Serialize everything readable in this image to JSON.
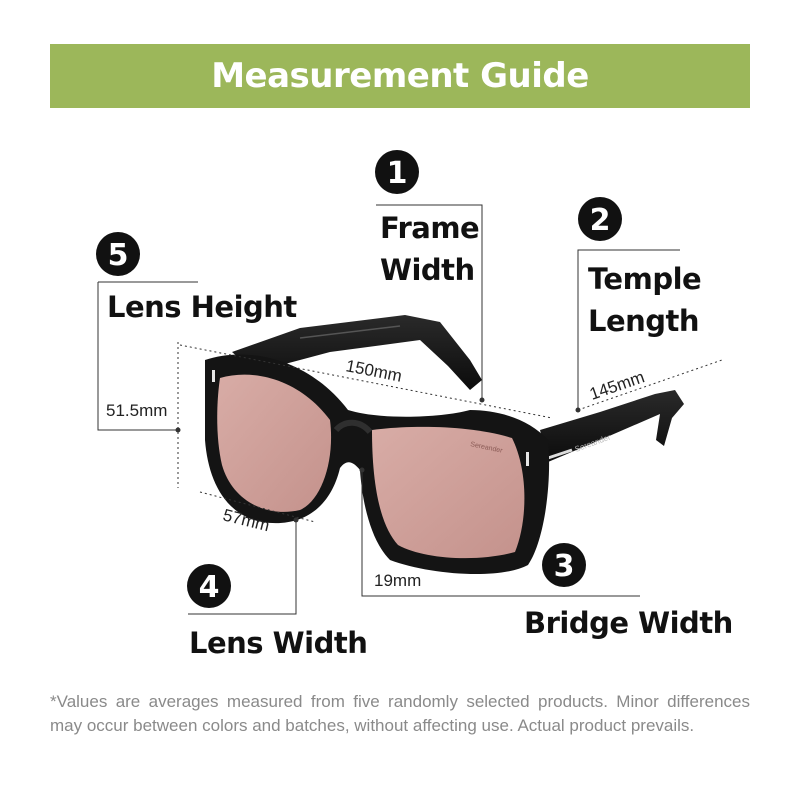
{
  "title": "Measurement Guide",
  "colors": {
    "banner": "#9cb75a",
    "lens": "#cfa19b",
    "frame": "#141414"
  },
  "frame_brand": "Sereander",
  "measurements": [
    {
      "number": "1",
      "label_lines": [
        "Frame",
        "Width"
      ],
      "value": "150mm"
    },
    {
      "number": "2",
      "label_lines": [
        "Temple",
        "Length"
      ],
      "value": "145mm"
    },
    {
      "number": "3",
      "label_lines": [
        "Bridge Width"
      ],
      "value": "19mm"
    },
    {
      "number": "4",
      "label_lines": [
        "Lens Width"
      ],
      "value": "57mm"
    },
    {
      "number": "5",
      "label_lines": [
        "Lens Height"
      ],
      "value": "51.5mm"
    }
  ],
  "footnote": "*Values are averages measured from five randomly selected products. Minor differences may occur between colors and batches, without affecting use. Actual product prevails."
}
